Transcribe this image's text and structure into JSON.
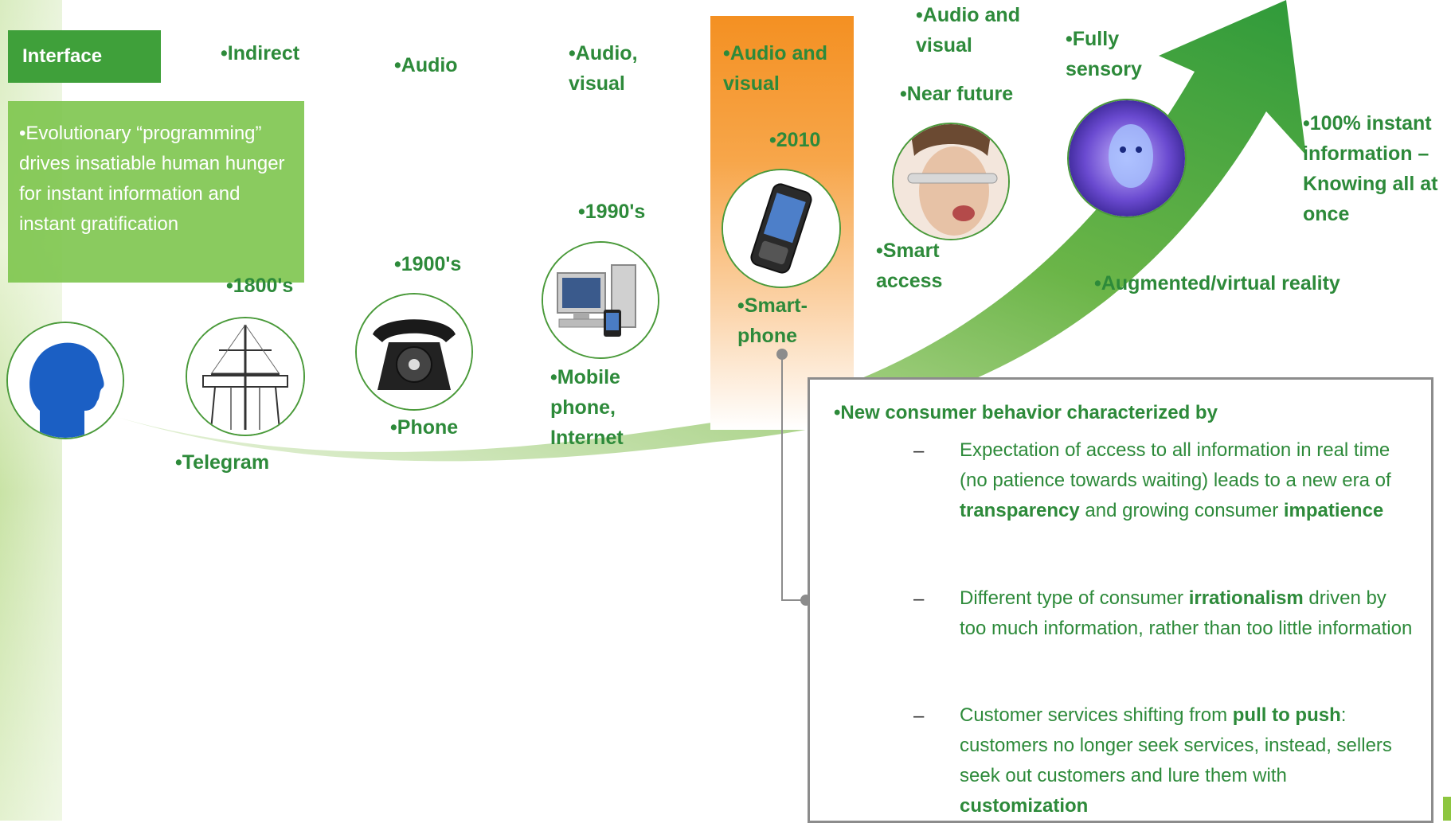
{
  "interface_label": "Interface",
  "intro_text": "Evolutionary “programming” drives insatiable human hunger for instant information and instant gratification",
  "stages": [
    {
      "interface": "Indirect",
      "era": "1800's",
      "technology": "Telegram"
    },
    {
      "interface": "Audio",
      "era": "1900's",
      "technology": "Phone"
    },
    {
      "interface": "Audio, visual",
      "era": "1990's",
      "technology": "Mobile phone, Internet"
    },
    {
      "interface": "Audio and visual",
      "era": "2010",
      "technology": "Smart-phone"
    },
    {
      "interface": "Audio and visual",
      "era": "Near future",
      "technology": "Smart access"
    },
    {
      "interface": "Fully sensory",
      "era": "",
      "technology": "Augmented/virtual reality"
    }
  ],
  "final_goal": "100% instant information – Knowing all at once",
  "behavior": {
    "title": "New consumer behavior characterized by",
    "dash": "–",
    "bullets": [
      {
        "p1": "Expectation of access to all information in real time (no patience towards waiting) leads to a new era of ",
        "b1": "transparency",
        "p2": " and growing consumer ",
        "b2": "impatience",
        "p3": ""
      },
      {
        "p1": "Different type of consumer ",
        "b1": "irrationalism",
        "p2": " driven by too much information, rather than too little information",
        "b2": "",
        "p3": ""
      },
      {
        "p1": "Customer services shifting from ",
        "b1": "pull to push",
        "p2": ": customers no longer seek services, instead, sellers seek out customers and lure them with ",
        "b2": "customization",
        "p3": ""
      }
    ]
  },
  "icons": [
    "human-head-icon",
    "telegraph-icon",
    "rotary-phone-icon",
    "computer-mobile-icon",
    "smartphone-icon",
    "smart-glasses-icon",
    "virtual-reality-icon"
  ],
  "colors": {
    "green_text": "#2d8a3a",
    "green_box": "#3fa03a",
    "light_green_box": "#7ac449",
    "highlight_orange": "#f49022",
    "border_gray": "#8c8c8c"
  }
}
